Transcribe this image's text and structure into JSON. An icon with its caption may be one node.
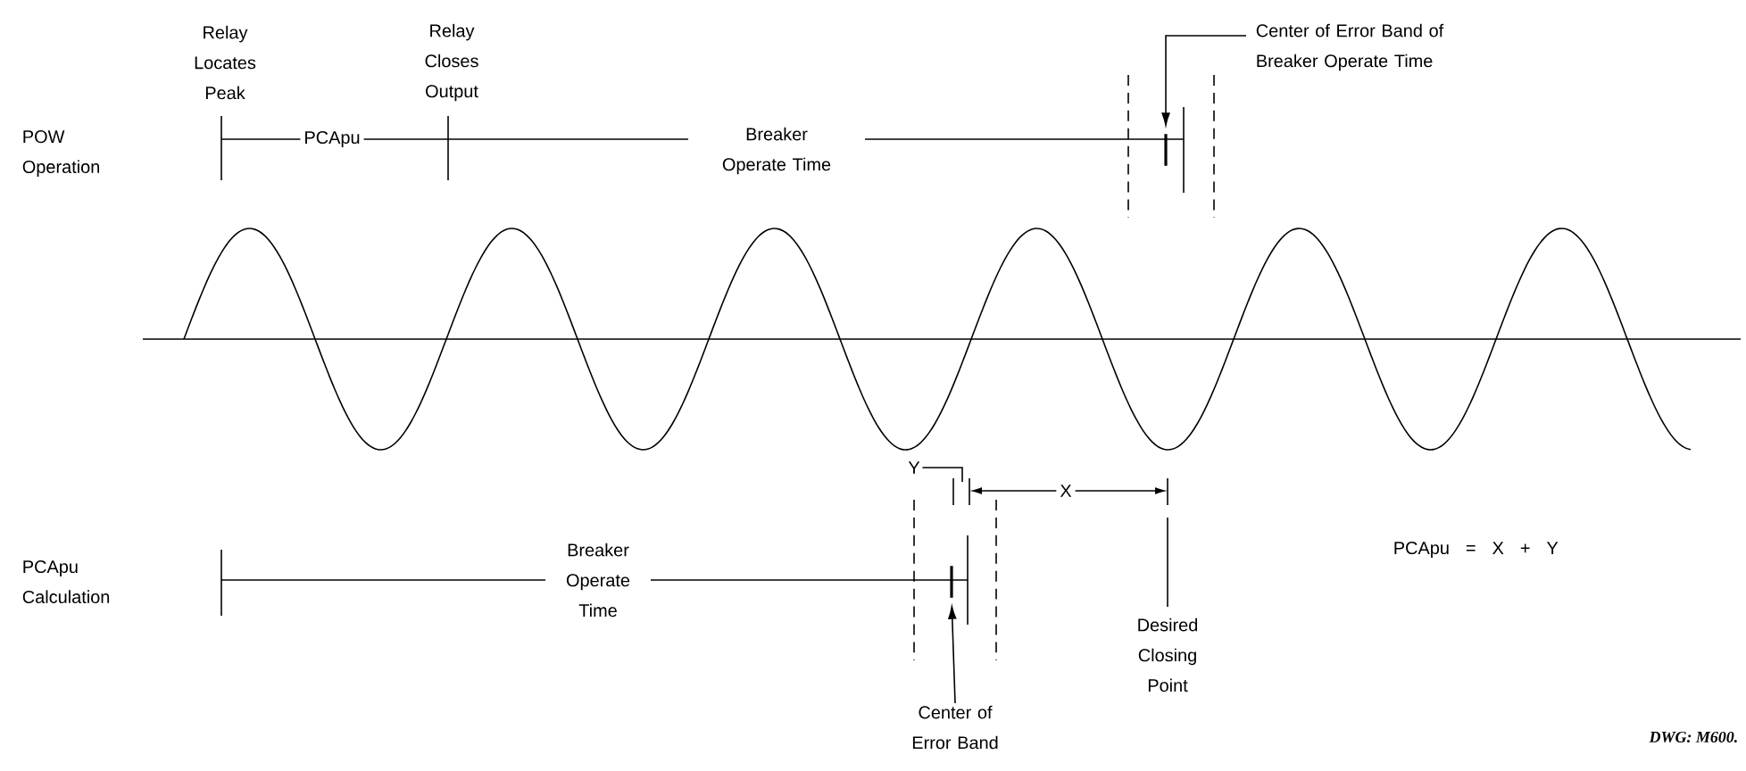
{
  "diagram": {
    "nodes": [
      {
        "text": [
          "Center of Error Band of Breaker Operate Time"
        ]
      },
      {
        "text": [],
        "shape": "bar"
      },
      {
        "text": [
          "Y"
        ]
      },
      {
        "text": [
          "Center of Error Band"
        ]
      },
      {
        "text": [],
        "shape": "bar"
      }
    ],
    "edges": [
      {
        "from": 0,
        "to": 1,
        "arrow": "to"
      },
      {
        "from": 2,
        "to": null,
        "arrow": "none"
      },
      {
        "from": 3,
        "to": 4,
        "arrow": "to"
      }
    ],
    "labels": [
      "Relay Locates Peak",
      "Relay Closes Output",
      "POW Operation",
      "PCApu",
      "Breaker Operate Time",
      "PCApu Calculation",
      "Breaker Operate Time",
      "X",
      "Desired Closing Point",
      "PCApu = X + Y",
      "DWG: M600."
    ]
  }
}
